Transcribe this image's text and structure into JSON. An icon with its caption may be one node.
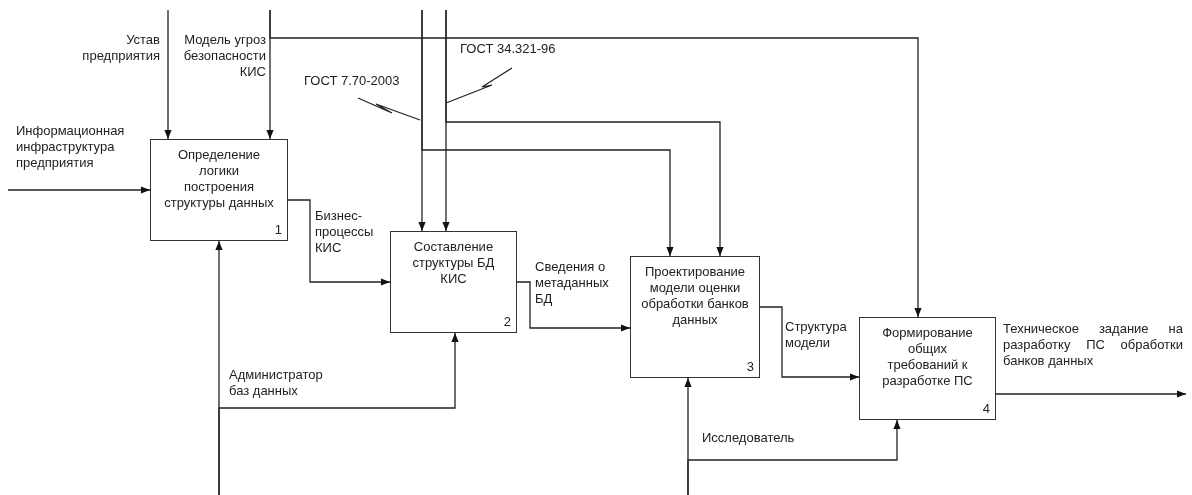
{
  "diagram": {
    "nodes": [
      {
        "text": [
          "Определение логики построения структуры данных",
          "1"
        ]
      },
      {
        "text": [
          "Составление структуры БД КИС",
          "2"
        ]
      },
      {
        "text": [
          "Проектирование модели оценки обработки банков данных",
          "3"
        ]
      },
      {
        "text": [
          "Формирование общих требований к разработке ПС",
          "4"
        ]
      }
    ],
    "edges": [
      {
        "from": null,
        "to": 0,
        "arrow": "to",
        "label": "Информационная инфраструктура предприятия"
      },
      {
        "from": null,
        "to": 0,
        "arrow": "to",
        "label": "Устав предприятия"
      },
      {
        "from": null,
        "to": 0,
        "arrow": "to",
        "label": "Модель угроз безопасности КИС"
      },
      {
        "from": null,
        "to": 3,
        "arrow": "to"
      },
      {
        "from": null,
        "to": 1,
        "arrow": "to",
        "label": "ГОСТ 7.70-2003"
      },
      {
        "from": null,
        "to": 2,
        "arrow": "to"
      },
      {
        "from": null,
        "to": 1,
        "arrow": "to",
        "label": "ГОСТ 34.321-96"
      },
      {
        "from": null,
        "to": 2,
        "arrow": "to"
      },
      {
        "from": 0,
        "to": 1,
        "arrow": "to",
        "label": "Бизнес-процессы КИС"
      },
      {
        "from": 1,
        "to": 2,
        "arrow": "to",
        "label": "Сведения о метаданных БД"
      },
      {
        "from": 2,
        "to": 3,
        "arrow": "to",
        "label": "Структура модели"
      },
      {
        "from": 3,
        "to": null,
        "arrow": "to",
        "label": "Техническое задание на разработку ПС обработки банков данных"
      },
      {
        "from": null,
        "to": 0,
        "arrow": "to",
        "label": "Администратор баз данных"
      },
      {
        "from": null,
        "to": 1,
        "arrow": "to"
      },
      {
        "from": null,
        "to": 2,
        "arrow": "to",
        "label": "Исследователь"
      },
      {
        "from": null,
        "to": 3,
        "arrow": "to"
      }
    ]
  }
}
